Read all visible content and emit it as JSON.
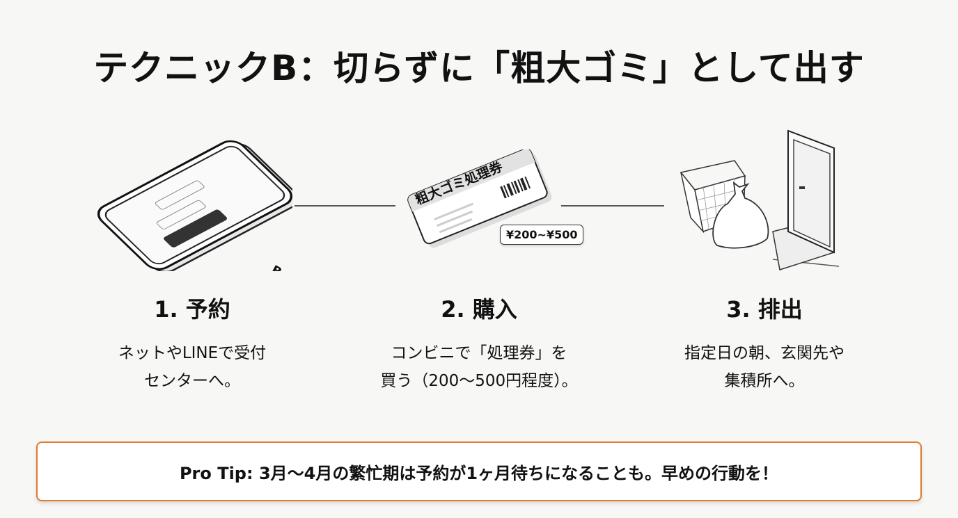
{
  "title": "テクニックB：切らずに「粗大ゴミ」として出す",
  "steps": [
    {
      "title": "1. 予約",
      "lines": [
        "ネットやLINEで受付",
        "センターへ。"
      ],
      "illustration": {
        "screen_title": "Booking"
      }
    },
    {
      "title": "2. 購入",
      "lines": [
        "コンビニで「処理券」を",
        "買う（200〜500円程度）。"
      ],
      "illustration": {
        "ticket_label": "粗大ゴミ処理券",
        "price_tag": "¥200~¥500"
      }
    },
    {
      "title": "3. 排出",
      "lines": [
        "指定日の朝、玄関先や",
        "集積所へ。"
      ]
    }
  ],
  "tip": "Pro Tip: 3月〜4月の繁忙期は予約が1ヶ月待ちになることも。早めの行動を！",
  "colors": {
    "accent": "#e07a2e",
    "background": "#f7f7f5"
  }
}
